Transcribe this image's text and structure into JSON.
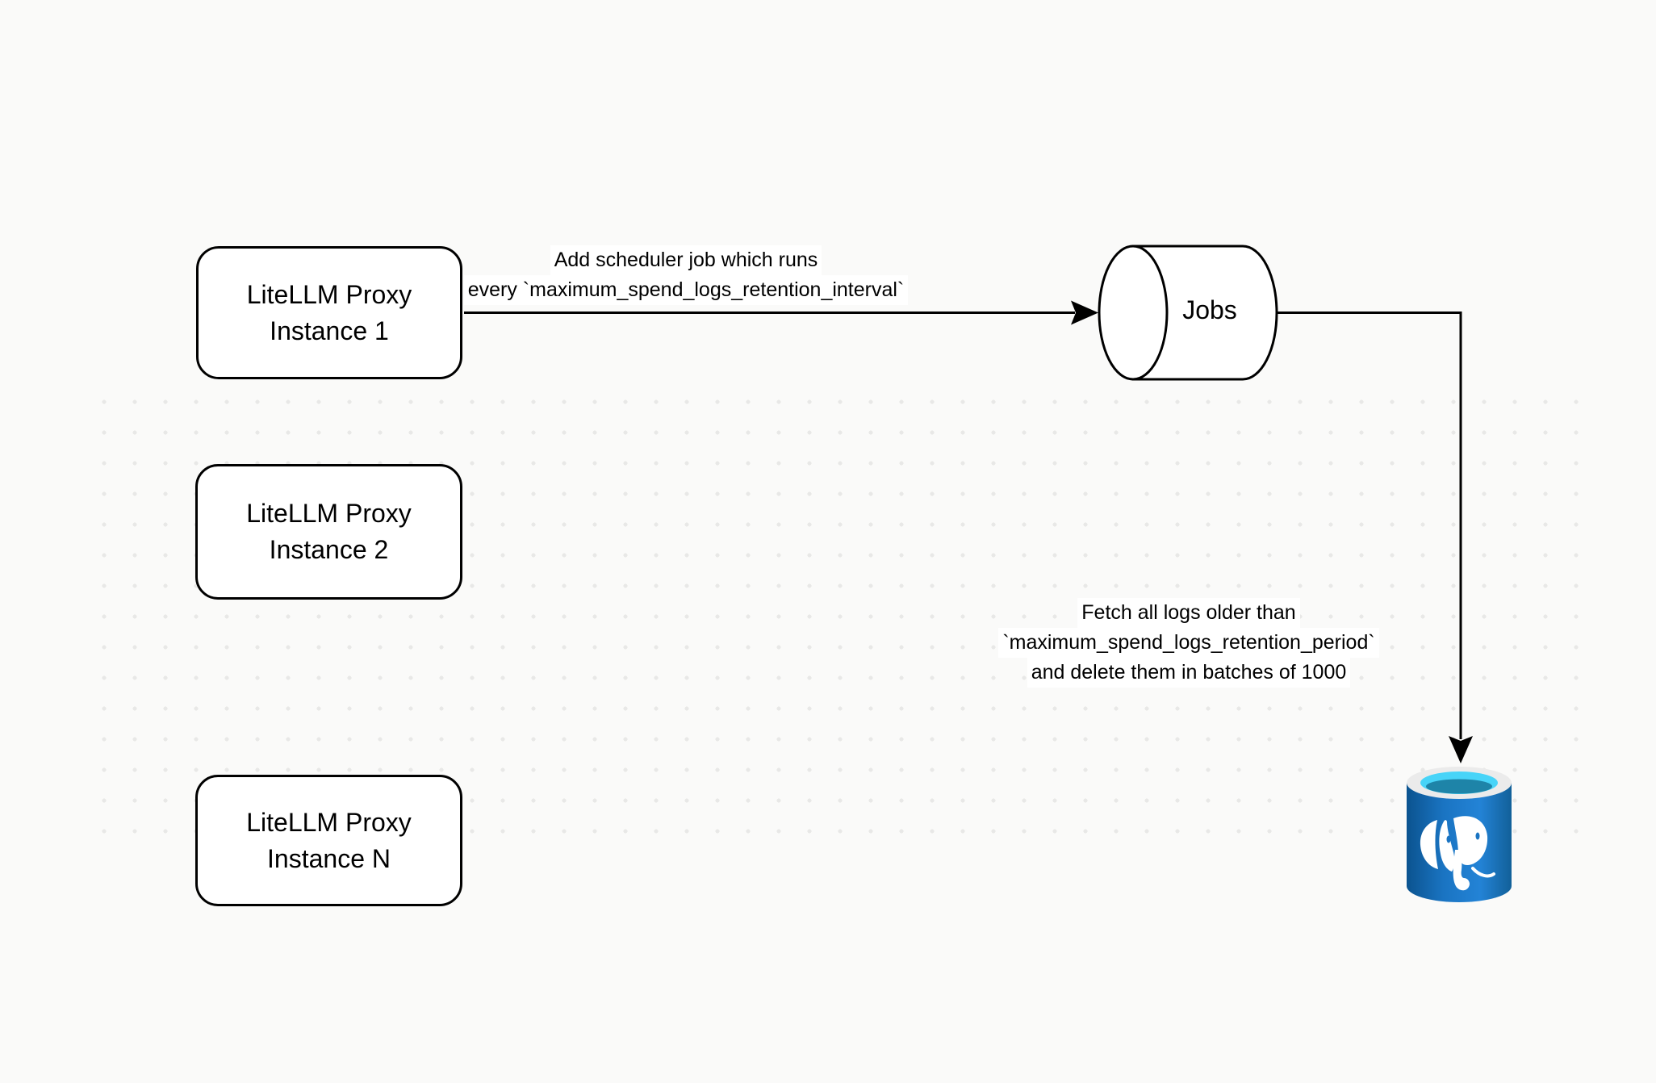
{
  "canvas": {
    "background": "#fafaf9",
    "dot_color": "#e8e8e7"
  },
  "nodes": {
    "proxy1": {
      "label": "LiteLLM Proxy\nInstance 1"
    },
    "proxy2": {
      "label": "LiteLLM Proxy\nInstance 2"
    },
    "proxyN": {
      "label": "LiteLLM Proxy\nInstance N"
    },
    "jobs": {
      "label": "Jobs",
      "shape": "horizontal-cylinder"
    },
    "postgres": {
      "icon": "postgresql-database-icon"
    }
  },
  "edges": {
    "add_scheduler": {
      "from": "proxy1",
      "to": "jobs",
      "label_line1": "Add scheduler job which runs",
      "label_line2": "every `maximum_spend_logs_retention_interval`"
    },
    "fetch_delete": {
      "from": "jobs",
      "to": "postgres",
      "label_line1": "Fetch all logs older than",
      "label_line2": "`maximum_spend_logs_retention_period`",
      "label_line3": "and delete them in batches of 1000"
    }
  },
  "icons": {
    "postgres": "postgresql-database-icon",
    "arrow_right": "arrow-right-icon",
    "arrow_down": "arrow-down-icon"
  },
  "colors": {
    "stroke": "#000000",
    "node_fill": "#ffffff",
    "postgres_body_blue_dark": "#0b538f",
    "postgres_body_blue": "#1a74c2",
    "postgres_body_blue_light": "#2383d6",
    "postgres_rim": "#ebebeb",
    "postgres_top_cyan": "#47d4f8",
    "postgres_top_teal": "#1e84a8",
    "elephant": "#ffffff"
  }
}
